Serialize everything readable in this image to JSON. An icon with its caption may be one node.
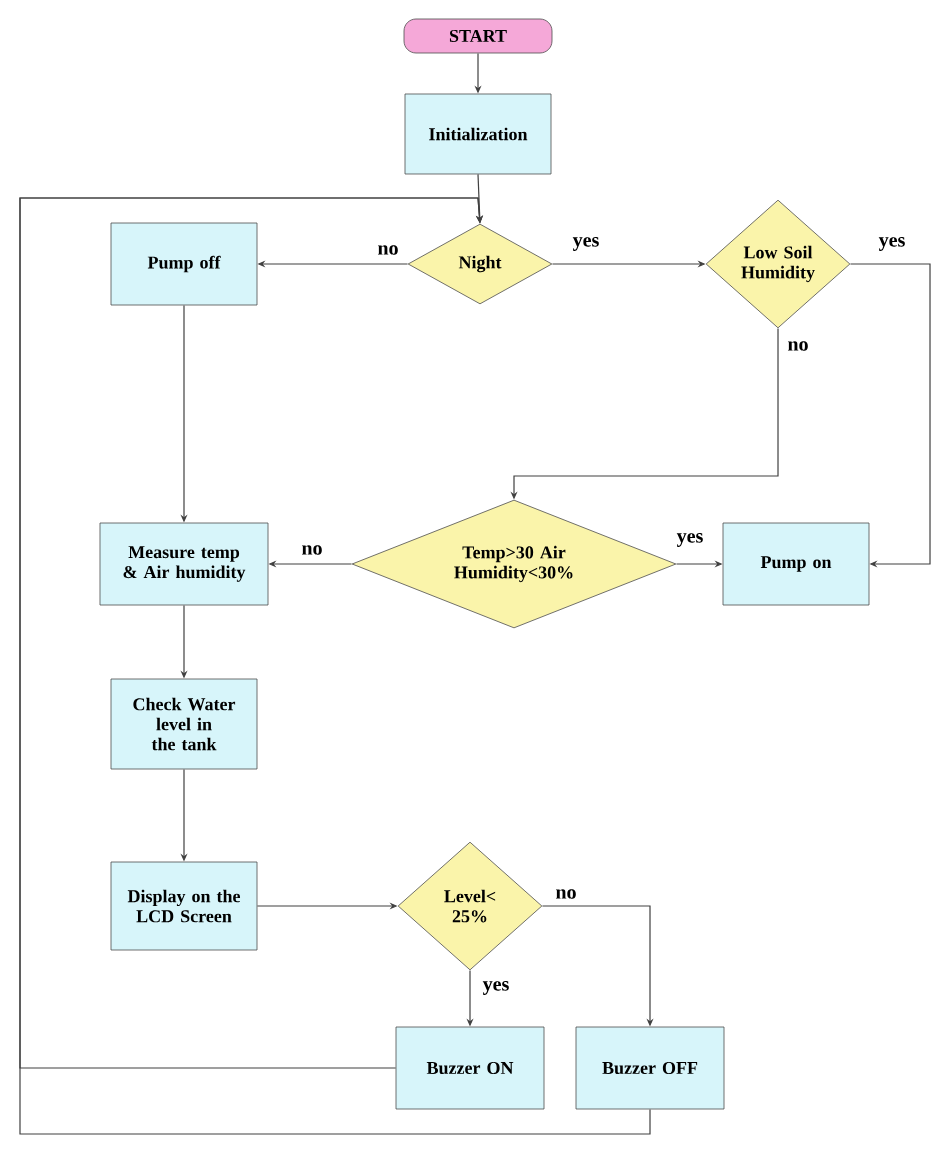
{
  "diagram": {
    "nodes": [
      {
        "text": [
          "START"
        ]
      },
      {
        "text": [
          "Initialization"
        ]
      },
      {
        "text": [
          "Night"
        ]
      },
      {
        "text": [
          "Low Soil Humidity"
        ]
      },
      {
        "text": [
          "Pump off"
        ]
      },
      {
        "text": [
          "Temp>30 Air Humidity<30%"
        ]
      },
      {
        "text": [
          "Measure temp & Air humidity"
        ]
      },
      {
        "text": [
          "Pump on"
        ]
      },
      {
        "text": [
          "Check Water level in the tank"
        ]
      },
      {
        "text": [
          "Display on the LCD Screen"
        ]
      },
      {
        "text": [
          "Level< 25%"
        ]
      },
      {
        "text": [
          "Buzzer ON"
        ]
      },
      {
        "text": [
          "Buzzer OFF"
        ]
      }
    ],
    "edges": [
      {
        "from": 0,
        "to": 1,
        "arrow": "to"
      },
      {
        "from": 1,
        "to": 2,
        "arrow": "to"
      },
      {
        "from": 2,
        "to": 4,
        "arrow": "to",
        "label": "no"
      },
      {
        "from": 2,
        "to": 3,
        "arrow": "to",
        "label": "yes"
      },
      {
        "from": 3,
        "to": 7,
        "arrow": "to",
        "label": "yes"
      },
      {
        "from": 3,
        "to": 5,
        "arrow": "to",
        "label": "no"
      },
      {
        "from": 4,
        "to": 6,
        "arrow": "to"
      },
      {
        "from": 5,
        "to": 6,
        "arrow": "to",
        "label": "no"
      },
      {
        "from": 5,
        "to": 7,
        "arrow": "to",
        "label": "yes"
      },
      {
        "from": 6,
        "to": 8,
        "arrow": "to"
      },
      {
        "from": 8,
        "to": 9,
        "arrow": "to"
      },
      {
        "from": 9,
        "to": 10,
        "arrow": "to"
      },
      {
        "from": 10,
        "to": 11,
        "arrow": "to",
        "label": "yes"
      },
      {
        "from": 10,
        "to": 12,
        "arrow": "to",
        "label": "no"
      },
      {
        "from": 11,
        "to": 2,
        "arrow": "to"
      },
      {
        "from": 12,
        "to": 2,
        "arrow": "to"
      }
    ]
  }
}
